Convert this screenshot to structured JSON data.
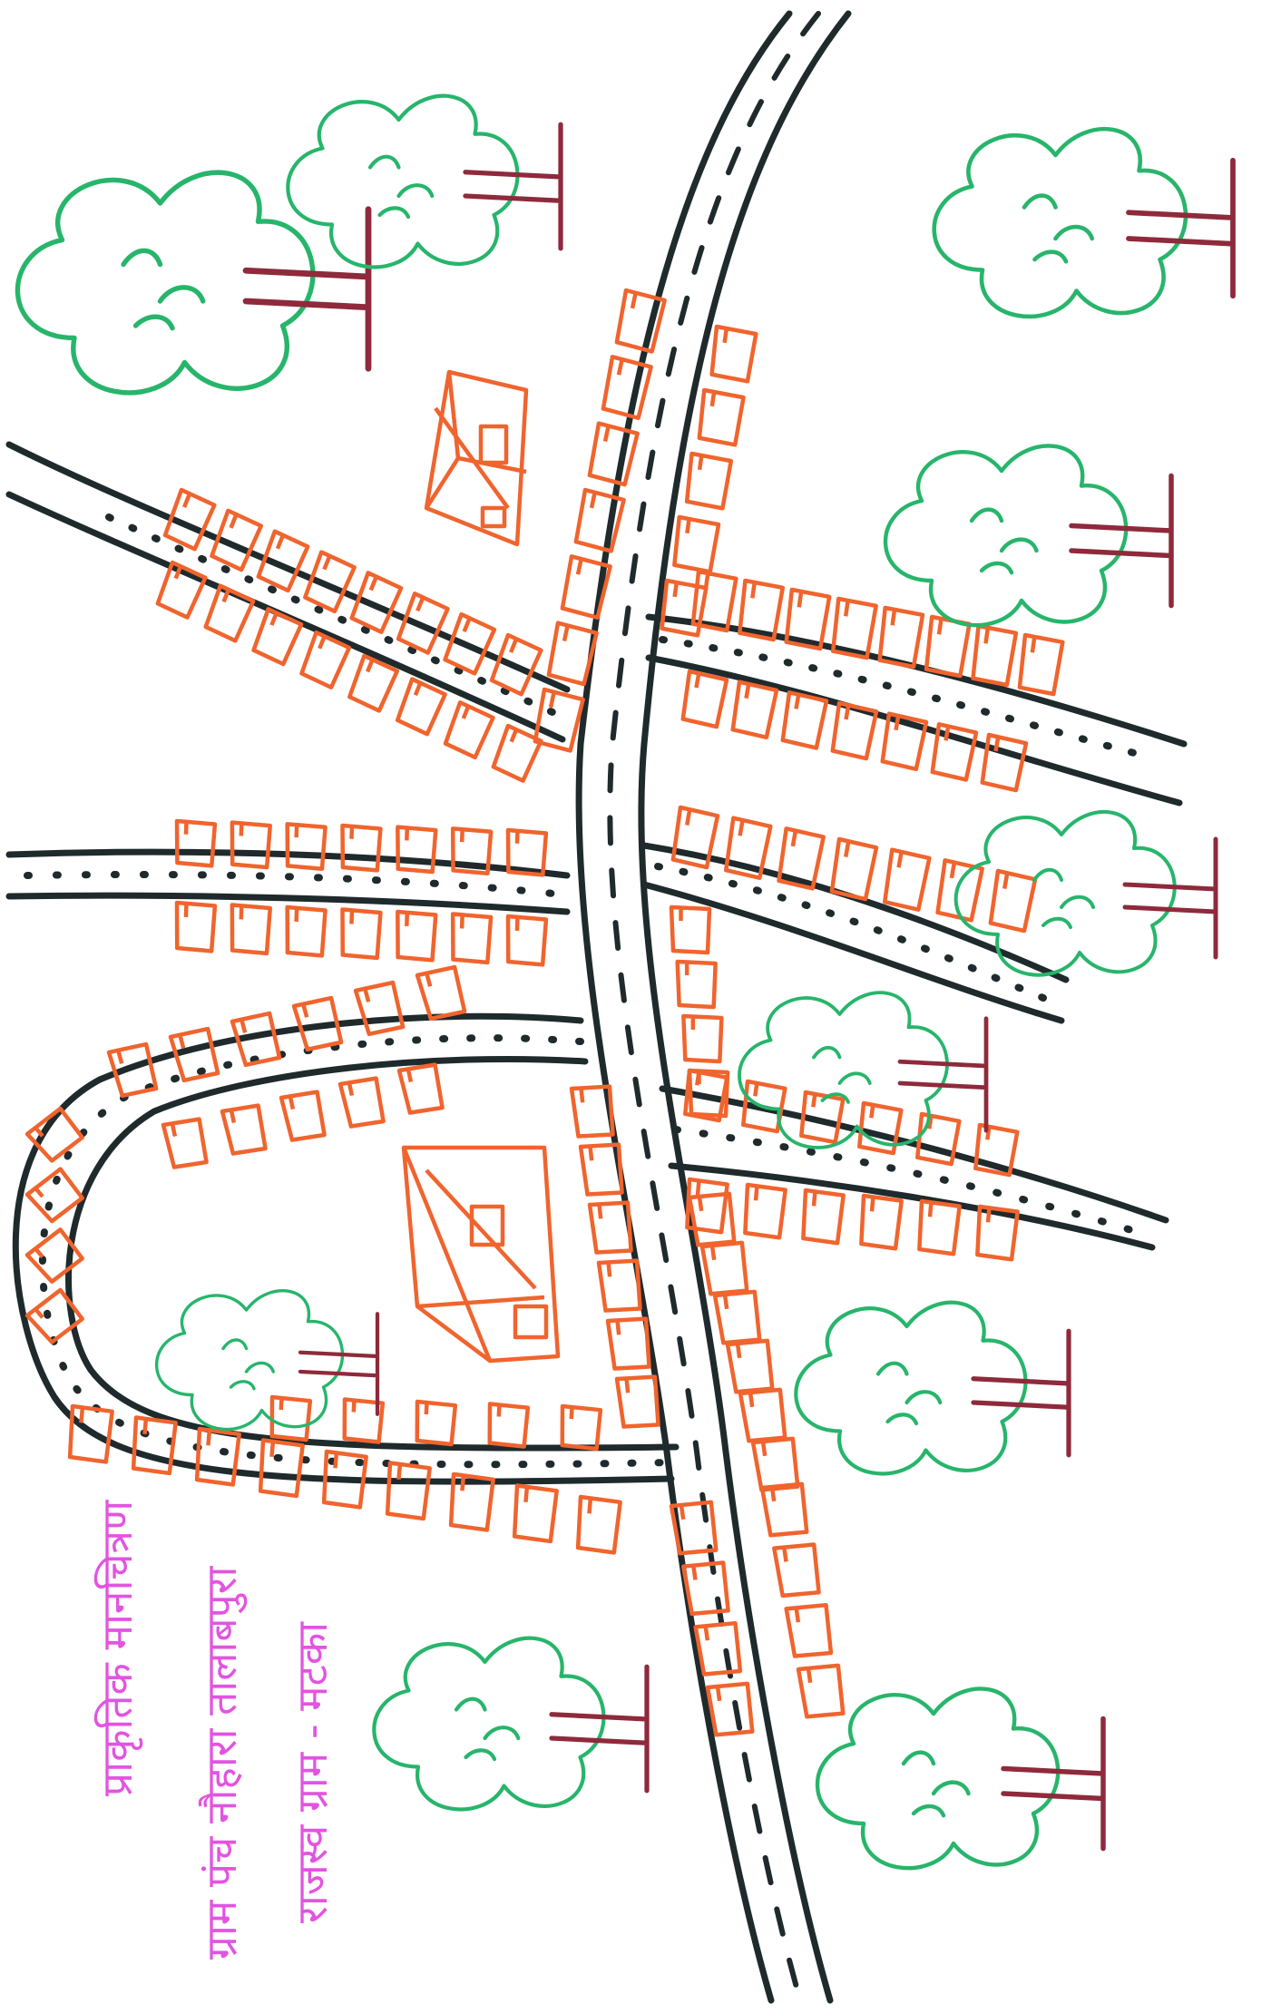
{
  "caption_lines": [
    "प्राकृतिक मानचित्रण",
    "ग्राम पंच नौहारा तालाबपुरा",
    "राजस्व ग्राम - मटका"
  ],
  "colors": {
    "road": "#1f2a2d",
    "house": "#f0642e",
    "tree_crown": "#27b56b",
    "tree_trunk": "#8e2a3b",
    "caption": "#e254e0"
  },
  "legend_icons": [
    "road",
    "house-icon",
    "tree-icon",
    "community-building-icon"
  ]
}
